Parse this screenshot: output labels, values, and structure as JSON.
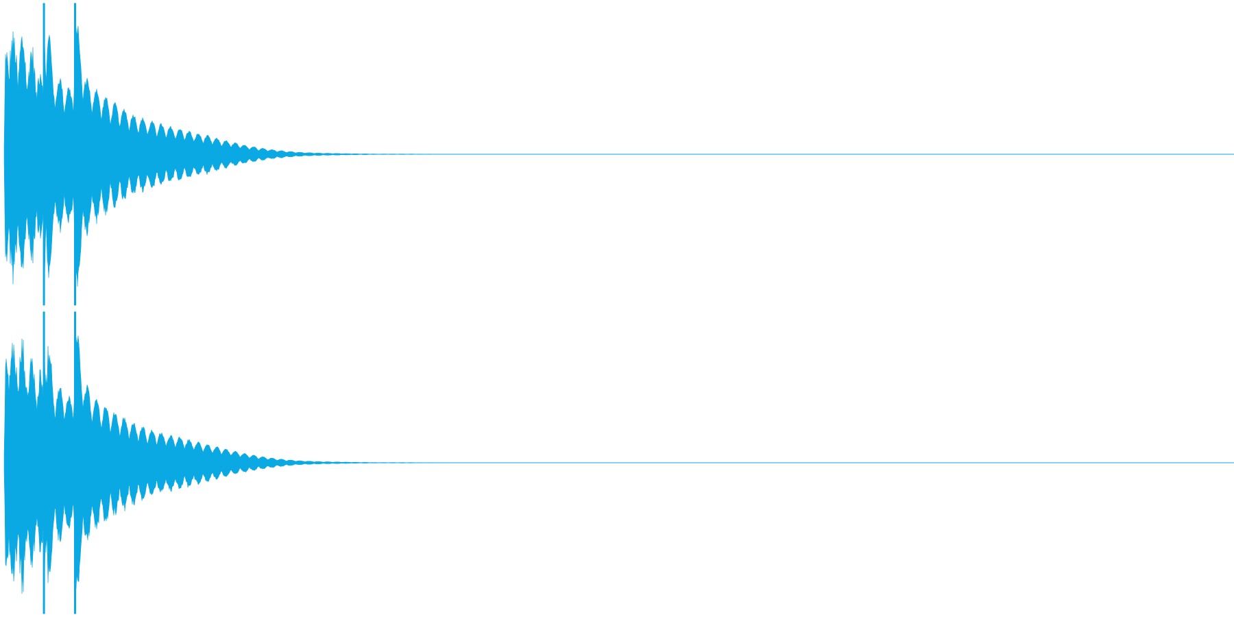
{
  "chart_data": {
    "type": "area",
    "grid": false,
    "legend": "none",
    "colors": {
      "waveform": "#0aa9e3",
      "background": "#ffffff"
    },
    "channels": [
      {
        "envelope": {
          "t": [
            0.0,
            0.1,
            0.3,
            0.6,
            1.0,
            1.5,
            2.0,
            2.2,
            2.55,
            2.58,
            2.62,
            2.8,
            3.0,
            3.2,
            3.5,
            3.8,
            4.0,
            4.3,
            4.5,
            4.6,
            4.7,
            5.0,
            5.3,
            5.6,
            6.0,
            6.5,
            7.0,
            7.5,
            8.0,
            8.5,
            9.0,
            9.5,
            10.0,
            10.5,
            11.0,
            11.5,
            12.0,
            12.5,
            13.0,
            13.5,
            14.0,
            14.5,
            15.0,
            15.5,
            16.0,
            16.5,
            17.0,
            17.5,
            18.0,
            18.5,
            19.0,
            19.5,
            20.0,
            20.5,
            21.0,
            21.5,
            22.0,
            22.5,
            23.0,
            23.5,
            24.0,
            24.5,
            25.0,
            25.5,
            26.0,
            27.0,
            28.0,
            29.0,
            30.0,
            31.0,
            32.0,
            33.0,
            34.0,
            35.0,
            36.0,
            37.0,
            38.0,
            39.0,
            40.0
          ],
          "amp": [
            0.05,
            0.72,
            0.82,
            0.7,
            0.75,
            0.68,
            0.62,
            0.6,
            0.45,
            0.98,
            0.95,
            0.82,
            0.72,
            0.55,
            0.5,
            0.52,
            0.46,
            0.44,
            0.5,
            0.98,
            0.9,
            0.7,
            0.52,
            0.48,
            0.44,
            0.39,
            0.35,
            0.32,
            0.29,
            0.26,
            0.24,
            0.22,
            0.21,
            0.19,
            0.18,
            0.17,
            0.155,
            0.14,
            0.13,
            0.115,
            0.1,
            0.088,
            0.076,
            0.064,
            0.054,
            0.045,
            0.037,
            0.03,
            0.024,
            0.019,
            0.015,
            0.012,
            0.01,
            0.008,
            0.007,
            0.006,
            0.005,
            0.004,
            0.003,
            0.003,
            0.002,
            0.002,
            0.002,
            0.002,
            0.002,
            0.0015,
            0.0012,
            0.001,
            0.001,
            0.001,
            0.001,
            0.001,
            0.001,
            0.001,
            0.001,
            0.001,
            0.001,
            0.001,
            0.001
          ]
        },
        "oscillation_period": 0.6,
        "ylim": [
          -1,
          1
        ],
        "xlim": [
          0,
          40
        ]
      },
      {
        "envelope": {
          "t": [
            0.0,
            0.1,
            0.3,
            0.6,
            1.0,
            1.5,
            2.0,
            2.2,
            2.55,
            2.58,
            2.62,
            2.8,
            3.0,
            3.2,
            3.5,
            3.8,
            4.0,
            4.3,
            4.5,
            4.6,
            4.7,
            5.0,
            5.3,
            5.6,
            6.0,
            6.5,
            7.0,
            7.5,
            8.0,
            8.5,
            9.0,
            9.5,
            10.0,
            10.5,
            11.0,
            11.5,
            12.0,
            12.5,
            13.0,
            13.5,
            14.0,
            14.5,
            15.0,
            15.5,
            16.0,
            16.5,
            17.0,
            17.5,
            18.0,
            18.5,
            19.0,
            19.5,
            20.0,
            20.5,
            21.0,
            21.5,
            22.0,
            22.5,
            23.0,
            23.5,
            24.0,
            24.5,
            25.0,
            25.5,
            26.0,
            27.0,
            28.0,
            29.0,
            30.0,
            31.0,
            32.0,
            33.0,
            34.0,
            35.0,
            36.0,
            37.0,
            38.0,
            39.0,
            40.0
          ],
          "amp": [
            0.05,
            0.72,
            0.82,
            0.7,
            0.75,
            0.68,
            0.62,
            0.6,
            0.45,
            0.98,
            0.95,
            0.82,
            0.72,
            0.55,
            0.5,
            0.52,
            0.46,
            0.44,
            0.5,
            0.98,
            0.9,
            0.7,
            0.52,
            0.48,
            0.44,
            0.39,
            0.35,
            0.32,
            0.29,
            0.26,
            0.24,
            0.22,
            0.21,
            0.19,
            0.18,
            0.17,
            0.155,
            0.14,
            0.13,
            0.115,
            0.1,
            0.088,
            0.076,
            0.064,
            0.054,
            0.045,
            0.037,
            0.03,
            0.024,
            0.019,
            0.015,
            0.012,
            0.01,
            0.008,
            0.007,
            0.006,
            0.005,
            0.004,
            0.003,
            0.003,
            0.002,
            0.002,
            0.002,
            0.002,
            0.002,
            0.0015,
            0.0012,
            0.001,
            0.001,
            0.001,
            0.001,
            0.001,
            0.001,
            0.001,
            0.001,
            0.001,
            0.001,
            0.001,
            0.001
          ]
        },
        "oscillation_period": 0.6,
        "ylim": [
          -1,
          1
        ],
        "xlim": [
          0,
          40
        ]
      }
    ]
  }
}
